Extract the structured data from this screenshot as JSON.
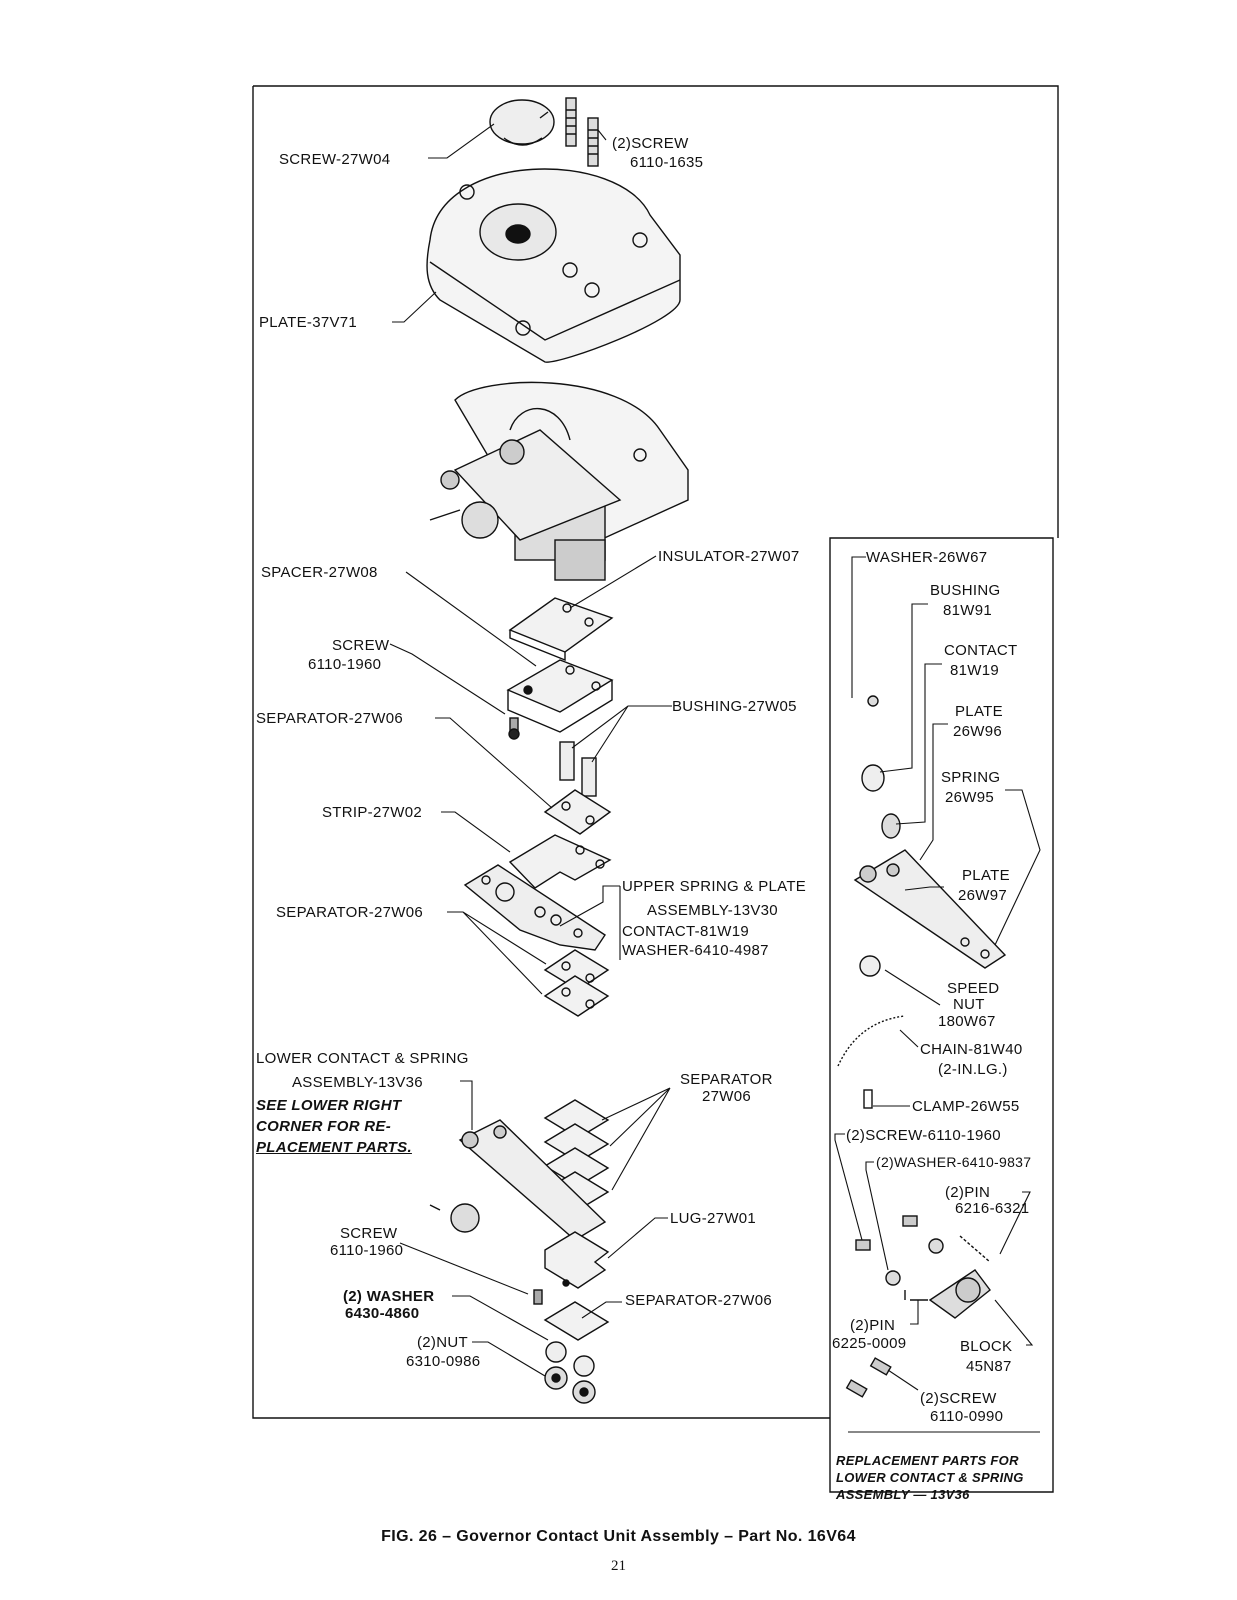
{
  "figure": {
    "caption": "FIG. 26 – Governor Contact Unit Assembly – Part No. 16V64",
    "page_number": "21"
  },
  "labels": {
    "screw_27w04": "SCREW-27W04",
    "screw_2_6110_1635_a": "(2)SCREW",
    "screw_2_6110_1635_b": "6110-1635",
    "plate_37v71": "PLATE-37V71",
    "spacer_27w08": "SPACER-27W08",
    "insulator_27w07": "INSULATOR-27W07",
    "screw_6110_1960_a": "SCREW",
    "screw_6110_1960_b": "6110-1960",
    "bushing_27w05": "BUSHING-27W05",
    "separator_27w06_1": "SEPARATOR-27W06",
    "strip_27w02": "STRIP-27W02",
    "upper_spring_a": "UPPER SPRING & PLATE",
    "upper_spring_b": "ASSEMBLY-13V30",
    "contact_81w19": "CONTACT-81W19",
    "washer_6410_4987": "WASHER-6410-4987",
    "separator_27w06_2": "SEPARATOR-27W06",
    "lower_contact_a": "LOWER CONTACT & SPRING",
    "lower_contact_b": "ASSEMBLY-13V36",
    "see_lower_1": "SEE LOWER RIGHT",
    "see_lower_2": "CORNER FOR RE-",
    "see_lower_3": "PLACEMENT PARTS.",
    "separator_27w06_3a": "SEPARATOR",
    "separator_27w06_3b": "27W06",
    "lug_27w01": "LUG-27W01",
    "screw_6110_1960_2a": "SCREW",
    "screw_6110_1960_2b": "6110-1960",
    "washer_6430_4860_a": "(2) WASHER",
    "washer_6430_4860_b": "6430-4860",
    "nut_a": "(2)NUT",
    "nut_b": "6310-0986",
    "separator_27w06_4": "SEPARATOR-27W06"
  },
  "inset": {
    "washer_26w67": "WASHER-26W67",
    "bushing_a": "BUSHING",
    "bushing_b": "81W91",
    "contact_a": "CONTACT",
    "contact_b": "81W19",
    "plate_a": "PLATE",
    "plate_b": "26W96",
    "spring_a": "SPRING",
    "spring_b": "26W95",
    "plate2_a": "PLATE",
    "plate2_b": "26W97",
    "speed_a": "SPEED",
    "speed_b": "NUT",
    "speed_c": "180W67",
    "chain_a": "CHAIN-81W40",
    "chain_b": "(2-IN.LG.)",
    "clamp": "CLAMP-26W55",
    "screw_1960": "(2)SCREW-6110-1960",
    "washer_9837": "(2)WASHER-6410-9837",
    "pin1_a": "(2)PIN",
    "pin1_b": "6216-6321",
    "pin2_a": "(2)PIN",
    "pin2_b": "6225-0009",
    "block_a": "BLOCK",
    "block_b": "45N87",
    "screw_0990_a": "(2)SCREW",
    "screw_0990_b": "6110-0990",
    "replacement_1": "REPLACEMENT PARTS FOR",
    "replacement_2": "LOWER CONTACT & SPRING",
    "replacement_3": "ASSEMBLY — 13V36"
  }
}
